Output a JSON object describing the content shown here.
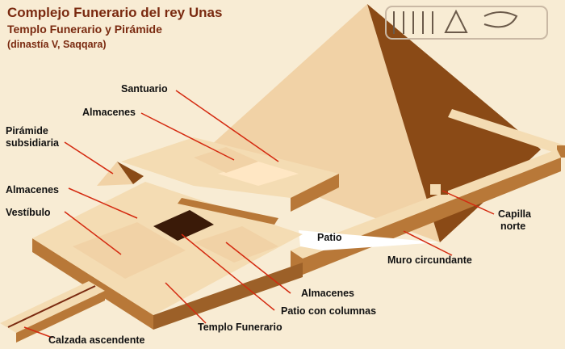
{
  "header": {
    "title": "Complejo Funerario del rey Unas",
    "subtitle": "Templo Funerario y Pirámide",
    "dynasty": "(dinastía V, Saqqara)"
  },
  "labels": {
    "santuario": "Santuario",
    "almacenes_top": "Almacenes",
    "piramide_subsidiaria_1": "Pirámide",
    "piramide_subsidiaria_2": "subsidiaria",
    "almacenes_left": "Almacenes",
    "vestibulo": "Vestíbulo",
    "capilla_1": "Capilla",
    "capilla_2": "norte",
    "patio": "Patio",
    "muro": "Muro circundante",
    "almacenes_bottom": "Almacenes",
    "patio_columnas": "Patio con columnas",
    "templo": "Templo Funerario",
    "calzada": "Calzada ascendente"
  },
  "cartouche": {
    "name": "Unas"
  },
  "colors": {
    "background": "#f8ecd4",
    "title": "#7a2a10",
    "leader_line": "#d42a10",
    "pyramid_light": "#f1d2a6",
    "pyramid_dark": "#8a4a16",
    "wall_top": "#f4dcb3",
    "wall_side": "#b87838",
    "floor": "#ffffff"
  }
}
